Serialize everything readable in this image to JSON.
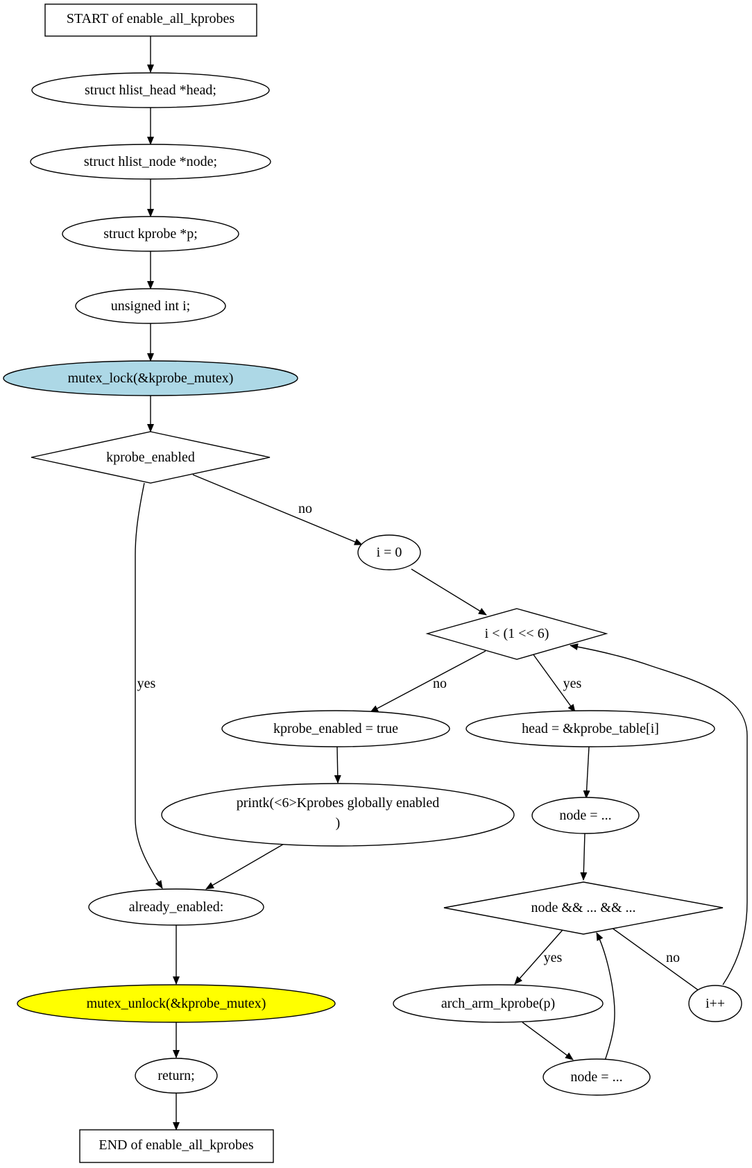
{
  "nodes": {
    "start": "START of enable_all_kprobes",
    "head_decl": "struct hlist_head *head;",
    "node_decl": "struct hlist_node *node;",
    "p_decl": "struct kprobe *p;",
    "i_decl": "unsigned int i;",
    "mutex_lock": "mutex_lock(&kprobe_mutex)",
    "kprobe_enabled_check": "kprobe_enabled",
    "i_init": "i = 0",
    "loop_cond": "i < (1 << 6)",
    "set_enabled": "kprobe_enabled = true",
    "printk_line1": "printk(<6>Kprobes globally enabled",
    "printk_line2": ")",
    "head_assign": "head = &kprobe_table[i]",
    "node_assign_1": "node = ...",
    "inner_cond": "node && ... && ...",
    "arch_arm": "arch_arm_kprobe(p)",
    "node_assign_2": "node = ...",
    "i_inc": "i++",
    "already_enabled": "already_enabled:",
    "mutex_unlock": "mutex_unlock(&kprobe_mutex)",
    "return_stmt": "return;",
    "end": "END of enable_all_kprobes"
  },
  "edge_labels": {
    "enabled_no": "no",
    "enabled_yes": "yes",
    "loop_no": "no",
    "loop_yes": "yes",
    "inner_yes": "yes",
    "inner_no": "no"
  },
  "colors": {
    "mutex_lock_fill": "#add8e6",
    "mutex_unlock_fill": "#ffff00",
    "default_fill": "#ffffff",
    "stroke": "#000000"
  }
}
